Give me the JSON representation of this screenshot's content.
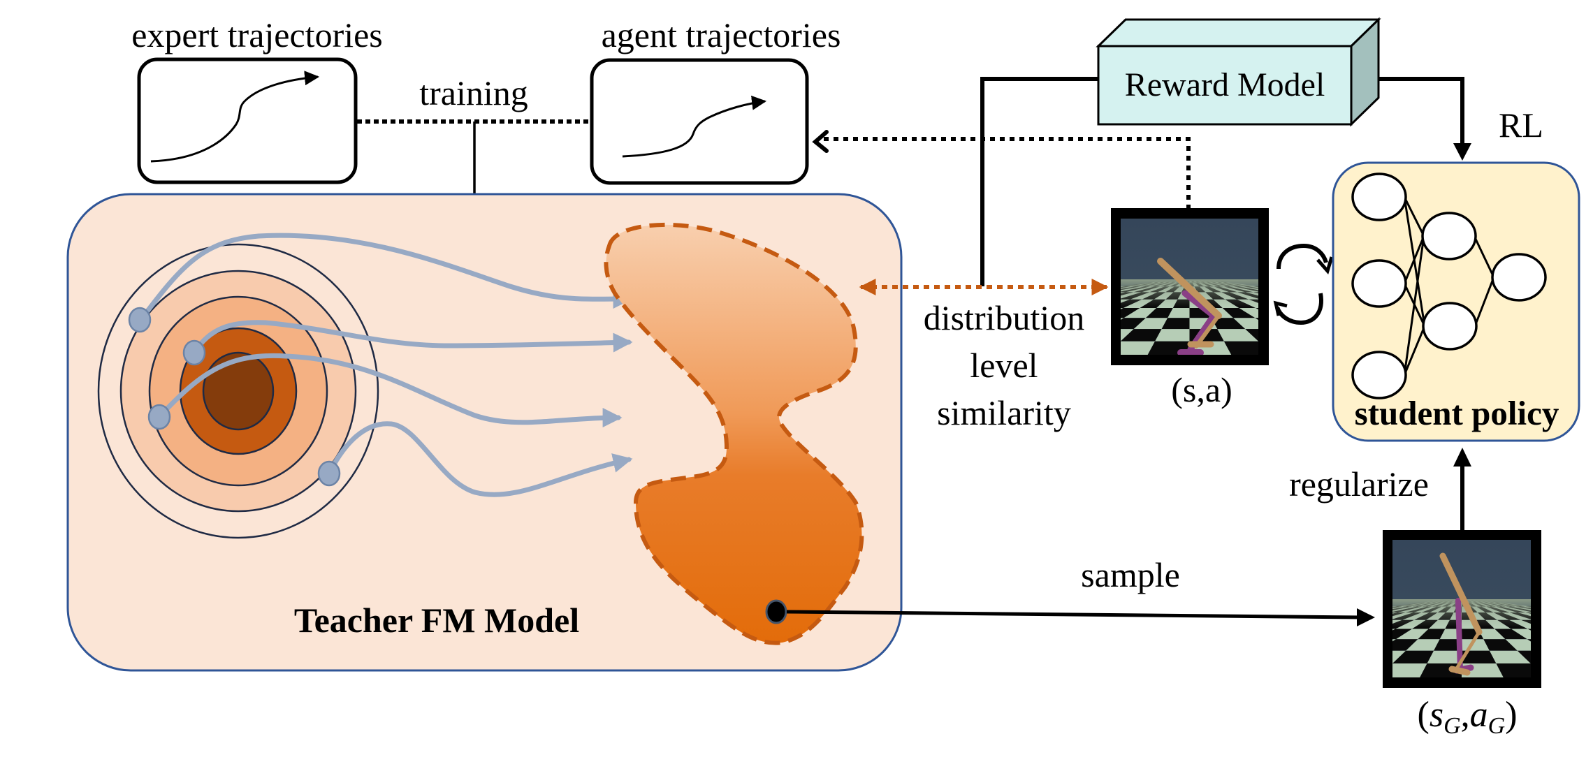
{
  "labels": {
    "expert_trajectories": "expert trajectories",
    "agent_trajectories": "agent trajectories",
    "training": "training",
    "reward_model": "Reward Model",
    "rl": "RL",
    "distribution_line1": "distribution",
    "distribution_line2": "level",
    "distribution_line3": "similarity",
    "state_action": "(s,a)",
    "student_policy": "student policy",
    "regularize": "regularize",
    "sample": "sample",
    "teacher_model": "Teacher FM Model",
    "generated_pair_open": "(",
    "generated_pair_s": "s",
    "generated_pair_sub1": "G",
    "generated_pair_comma": ",",
    "generated_pair_a": "a",
    "generated_pair_sub2": "G",
    "generated_pair_close": ")"
  },
  "colors": {
    "teacher_fill": "#fbe5d6",
    "teacher_border": "#2f5597",
    "student_fill": "#fff2cc",
    "reward_front": "#d5f2f0",
    "reward_side": "#a3c0bd",
    "flow_arrow": "#97a9c4",
    "orange_accent": "#c55a11",
    "blob_top": "#f8cfae",
    "blob_bottom": "#e36c0a",
    "contour_1": "#fbe5d6",
    "contour_2": "#f8cbad",
    "contour_3": "#f4b183",
    "contour_4": "#c55a11",
    "contour_5": "#843c0c",
    "sky": "#36465a",
    "floor_light": "#b6cdb6",
    "robot_tan": "#c0935e",
    "robot_purple": "#8a3f86"
  },
  "network": {
    "layers": [
      3,
      2,
      1
    ]
  }
}
